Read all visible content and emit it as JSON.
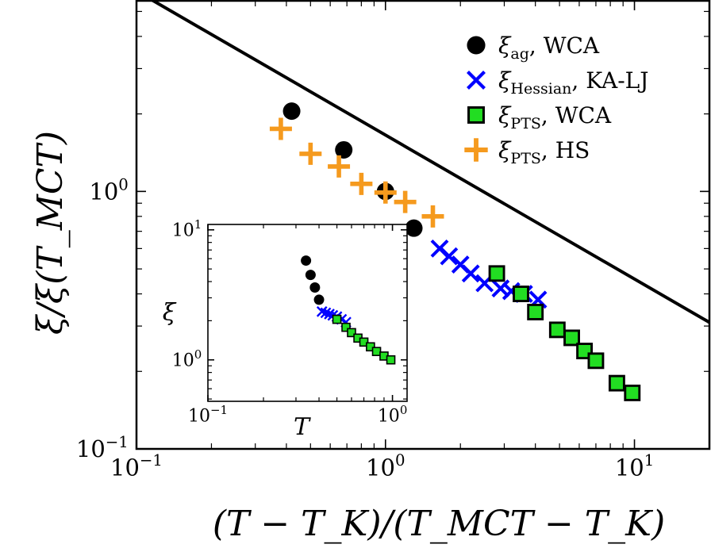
{
  "chart_data": [
    {
      "type": "scatter",
      "x_scale": "log",
      "y_scale": "log",
      "xlim": [
        0.1,
        20
      ],
      "ylim": [
        0.1,
        5.5
      ],
      "xlabel": "(T − T_K)/(T_MCT − T_K)",
      "ylabel": "ξ/ξ(T_MCT)",
      "x_ticks": [
        {
          "value": 0.1,
          "base": "10",
          "exp": "−1"
        },
        {
          "value": 1,
          "base": "10",
          "exp": "0"
        },
        {
          "value": 10,
          "base": "10",
          "exp": "1"
        }
      ],
      "y_ticks": [
        {
          "value": 0.1,
          "base": "10",
          "exp": "−1"
        },
        {
          "value": 1,
          "base": "10",
          "exp": "0"
        }
      ],
      "grid": false,
      "legend_position": "top-right",
      "fit_line": {
        "points": [
          [
            0.1,
            6.0
          ],
          [
            20,
            0.31
          ]
        ],
        "color": "#000000"
      },
      "series": [
        {
          "name": "ξag, WCA",
          "sub": "ag",
          "suffix": ", WCA",
          "marker": "circle",
          "color": "#000000",
          "x": [
            0.42,
            0.68,
            1.0,
            1.3
          ],
          "y": [
            2.05,
            1.45,
            1.0,
            0.72
          ]
        },
        {
          "name": "ξHessian, KA-LJ",
          "sub": "Hessian",
          "suffix": ", KA-LJ",
          "marker": "x",
          "color": "#0000ff",
          "x": [
            1.65,
            1.8,
            2.0,
            2.2,
            2.5,
            2.9,
            3.2,
            3.6,
            4.1
          ],
          "y": [
            0.6,
            0.56,
            0.52,
            0.48,
            0.44,
            0.42,
            0.41,
            0.4,
            0.38
          ]
        },
        {
          "name": "ξPTS, WCA",
          "sub": "PTS",
          "suffix": ", WCA",
          "marker": "square",
          "color": "#22dd22",
          "x": [
            2.8,
            3.5,
            4.0,
            4.9,
            5.6,
            6.3,
            7.0,
            8.5,
            9.8
          ],
          "y": [
            0.48,
            0.4,
            0.34,
            0.29,
            0.27,
            0.24,
            0.22,
            0.18,
            0.165
          ]
        },
        {
          "name": "ξPTS, HS",
          "sub": "PTS",
          "suffix": ", HS",
          "marker": "plus",
          "color": "#f59a1e",
          "x": [
            0.38,
            0.5,
            0.65,
            0.8,
            1.0,
            1.2,
            1.55
          ],
          "y": [
            1.75,
            1.4,
            1.25,
            1.07,
            0.99,
            0.91,
            0.8
          ]
        }
      ]
    },
    {
      "type": "scatter",
      "role": "inset",
      "x_scale": "log",
      "y_scale": "log",
      "xlim": [
        0.1,
        1.2
      ],
      "ylim": [
        0.48,
        11
      ],
      "xlabel": "T",
      "ylabel": "ξ",
      "x_ticks": [
        {
          "value": 0.1,
          "base": "10",
          "exp": "−1"
        },
        {
          "value": 1,
          "base": "10",
          "exp": "0"
        }
      ],
      "y_ticks": [
        {
          "value": 1,
          "base": "10",
          "exp": "0"
        },
        {
          "value": 10,
          "base": "10",
          "exp": "1"
        }
      ],
      "series": [
        {
          "marker": "circle",
          "color": "#000000",
          "x": [
            0.34,
            0.36,
            0.38,
            0.4
          ],
          "y": [
            5.8,
            4.5,
            3.6,
            2.9
          ]
        },
        {
          "marker": "x",
          "color": "#0000ff",
          "x": [
            0.415,
            0.435,
            0.455,
            0.475,
            0.5,
            0.53,
            0.56
          ],
          "y": [
            2.35,
            2.3,
            2.25,
            2.2,
            2.15,
            2.05,
            1.95
          ]
        },
        {
          "marker": "square",
          "color": "#22dd22",
          "x": [
            0.5,
            0.56,
            0.6,
            0.65,
            0.7,
            0.76,
            0.82,
            0.9,
            0.98
          ],
          "y": [
            2.05,
            1.78,
            1.62,
            1.47,
            1.37,
            1.26,
            1.16,
            1.07,
            1.0
          ]
        }
      ]
    }
  ]
}
